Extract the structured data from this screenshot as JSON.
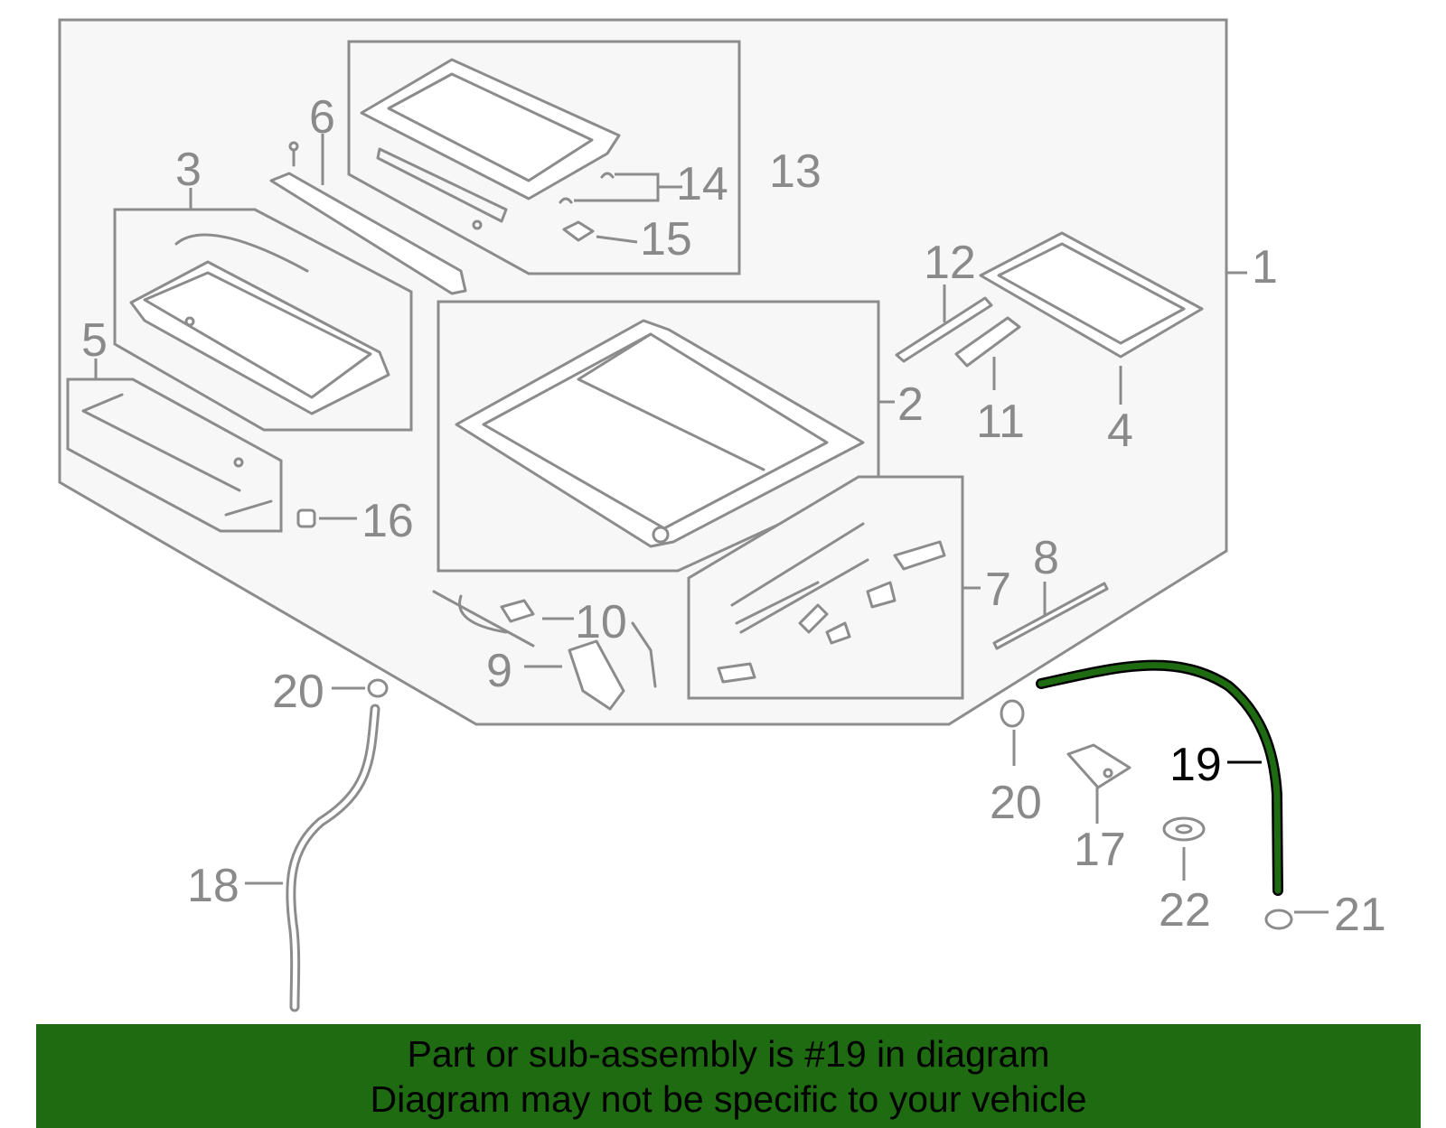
{
  "diagram": {
    "callouts": [
      "1",
      "2",
      "3",
      "4",
      "5",
      "6",
      "7",
      "8",
      "9",
      "10",
      "11",
      "12",
      "13",
      "14",
      "15",
      "16",
      "17",
      "18",
      "19",
      "20",
      "20",
      "21",
      "22"
    ],
    "highlighted_part": "19",
    "colors": {
      "highlight": "#1e6b12",
      "line_art": "#8c8c8c",
      "background_frame": "#f7f7f7"
    }
  },
  "footer": {
    "line1": "Part or sub-assembly is #19 in diagram",
    "line2": "Diagram may not be specific to your vehicle"
  }
}
